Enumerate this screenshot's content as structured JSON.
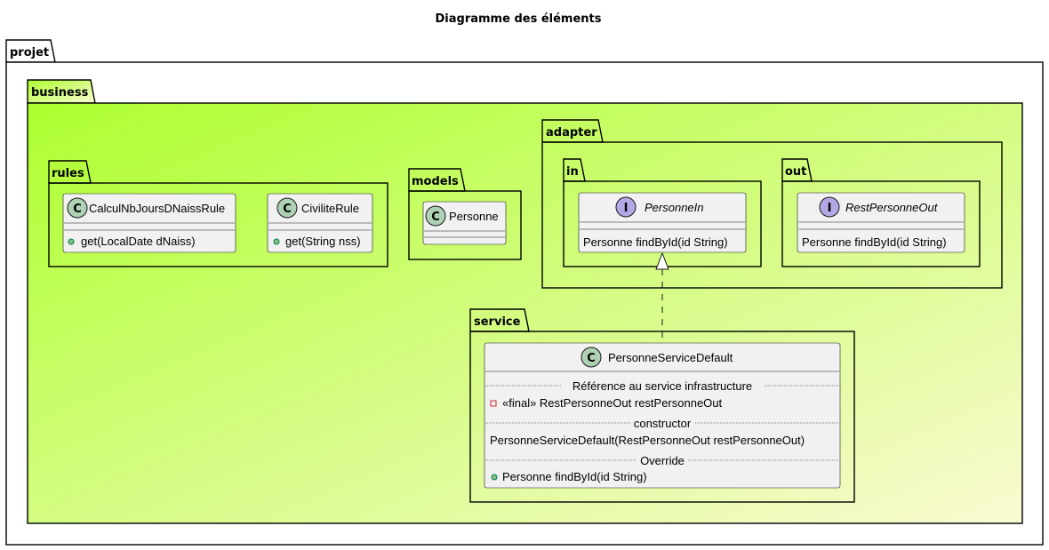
{
  "title": "Diagramme des éléments",
  "colors": {
    "gradient_start": "#ADFF2F",
    "gradient_end": "#FAFAD2",
    "class_fill": "#F1F1F1",
    "class_stroke": "#181818",
    "class_circle": "#ADD1B2",
    "interface_circle": "#B4A7E5",
    "public_marker": "#84BE84",
    "private_marker": "#C82930"
  },
  "packages": {
    "projet": "projet",
    "business": "business",
    "rules": "rules",
    "models": "models",
    "adapter": "adapter",
    "in": "in",
    "out": "out",
    "service": "service"
  },
  "classes": {
    "calcul": {
      "glyph": "C",
      "name": "CalculNbJoursDNaissRule",
      "method": "get(LocalDate dNaiss)"
    },
    "civilite": {
      "glyph": "C",
      "name": "CiviliteRule",
      "method": "get(String nss)"
    },
    "personne": {
      "glyph": "C",
      "name": "Personne"
    },
    "personne_in": {
      "glyph": "I",
      "name": "PersonneIn",
      "method": "Personne findById(id String)"
    },
    "rest_personne_out": {
      "glyph": "I",
      "name": "RestPersonneOut",
      "method": "Personne findById(id String)"
    },
    "service_default": {
      "glyph": "C",
      "name": "PersonneServiceDefault",
      "section_ref": "Référence au service infrastructure",
      "field": "«final» RestPersonneOut restPersonneOut",
      "section_ctor": "constructor",
      "ctor": "PersonneServiceDefault(RestPersonneOut restPersonneOut)",
      "section_override": "Override",
      "method": "Personne findById(id String)"
    }
  }
}
